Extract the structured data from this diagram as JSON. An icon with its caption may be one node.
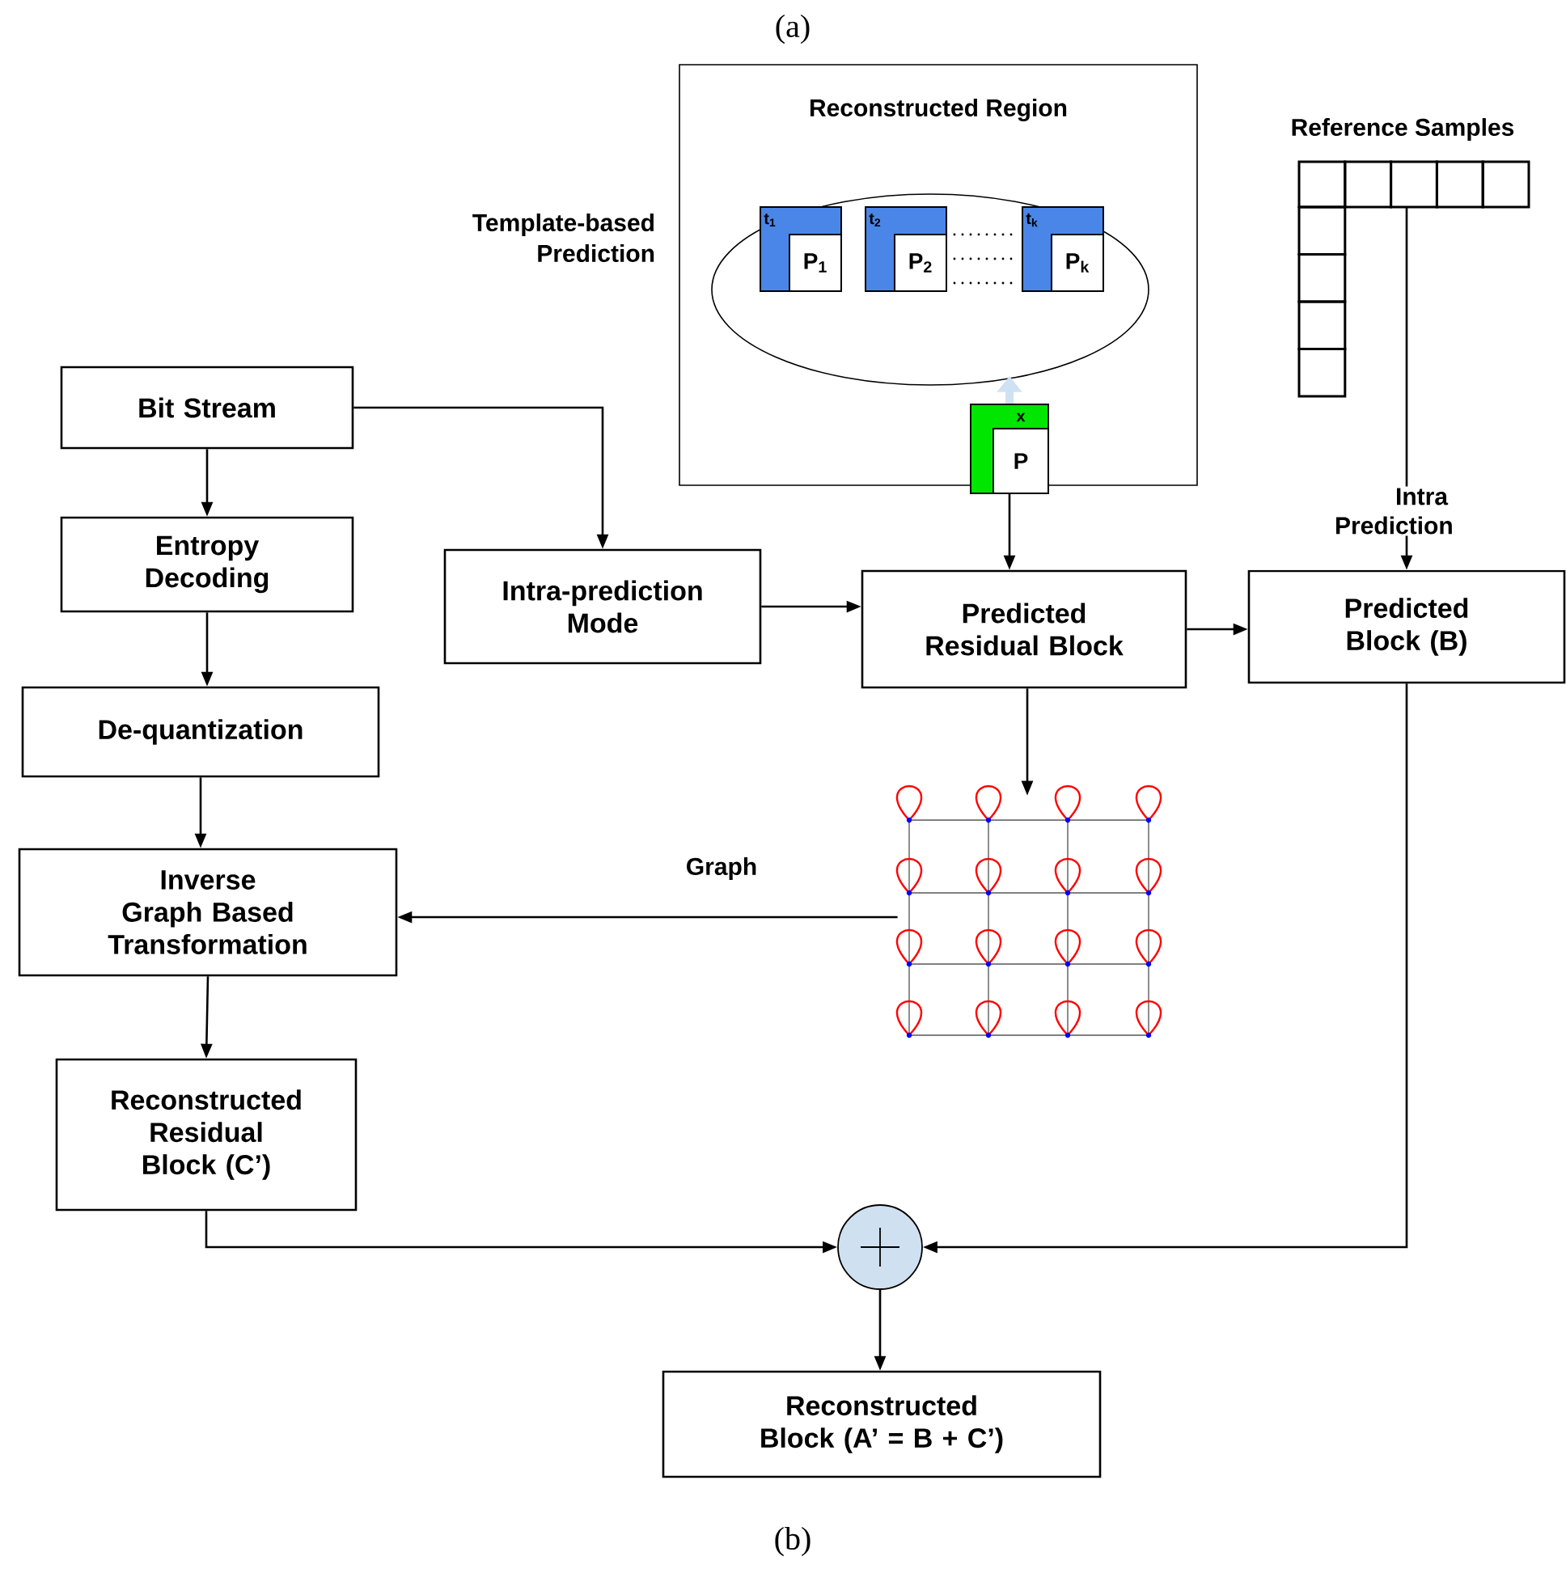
{
  "diagram": {
    "nodes": [
      {
        "text": [
          "Bit Stream"
        ]
      },
      {
        "text": [
          "Entropy Decoding"
        ]
      },
      {
        "text": [
          "De-quantization"
        ]
      },
      {
        "text": [
          "Inverse Graph Based Transformation"
        ]
      },
      {
        "text": [
          "Reconstructed Residual Block (C’)"
        ]
      },
      {
        "text": [
          "Intra-prediction Mode"
        ]
      },
      {
        "text": [
          "Reconstructed Region"
        ]
      },
      {
        "text": [],
        "shape": "ellipse",
        "in": 6
      },
      {
        "text": [
          "t$_{1}$",
          "P$_{1}$"
        ],
        "in": 7
      },
      {
        "text": [
          "t$_{2}$",
          "P$_{2}$"
        ],
        "in": 7
      },
      {
        "text": [
          "t$_{k}$",
          "P$_{k}$"
        ],
        "in": 7
      },
      {
        "text": [
          "x",
          "P"
        ]
      },
      {
        "text": [
          "Predicted Residual Block"
        ]
      },
      {
        "text": [
          "Predicted Block (B)"
        ]
      },
      {
        "text": [
          "Reference Samples"
        ]
      },
      {
        "text": [],
        "shape": "picture"
      },
      {
        "text": [],
        "shape": "circle"
      },
      {
        "text": [
          "Reconstructed Block (A’ = B + C’)"
        ]
      }
    ],
    "edges": [
      {
        "from": 0,
        "to": 1,
        "arrow": "to"
      },
      {
        "from": 1,
        "to": 2,
        "arrow": "to"
      },
      {
        "from": 2,
        "to": 3,
        "arrow": "to"
      },
      {
        "from": 3,
        "to": 4,
        "arrow": "to"
      },
      {
        "from": 0,
        "to": 5,
        "arrow": "to"
      },
      {
        "from": 5,
        "to": 12,
        "arrow": "to"
      },
      {
        "from": 11,
        "to": 7,
        "arrow": "to",
        "style": "thick",
        "color": "#cfe2f3"
      },
      {
        "from": 11,
        "to": 12,
        "arrow": "to"
      },
      {
        "from": 12,
        "to": 13,
        "arrow": "to"
      },
      {
        "from": 14,
        "to": 13,
        "arrow": "to",
        "label": "Intra Prediction"
      },
      {
        "from": 12,
        "to": 15,
        "arrow": "to"
      },
      {
        "from": 15,
        "to": 3,
        "arrow": "to",
        "label": "Graph"
      },
      {
        "from": 4,
        "to": 16,
        "arrow": "to"
      },
      {
        "from": 13,
        "to": 16,
        "arrow": "to"
      },
      {
        "from": 16,
        "to": 17,
        "arrow": "to"
      }
    ],
    "labels": [
      "(a)",
      "Template-based Prediction",
      "(b)"
    ]
  }
}
